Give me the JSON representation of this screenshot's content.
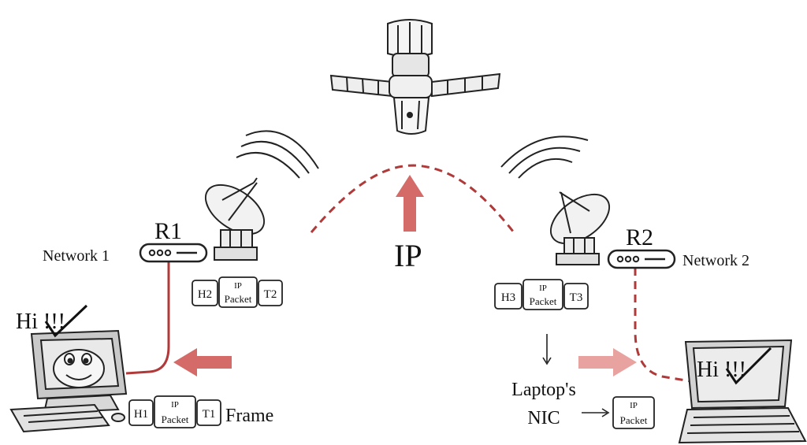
{
  "routers": {
    "r1": {
      "label": "R1",
      "network": "Network 1"
    },
    "r2": {
      "label": "R2",
      "network": "Network 2"
    }
  },
  "center": {
    "protocol": "IP"
  },
  "packets": {
    "p1": {
      "header": "H2",
      "payload_line1": "IP",
      "payload_line2": "Packet",
      "trailer": "T2"
    },
    "p2": {
      "header": "H3",
      "payload_line1": "IP",
      "payload_line2": "Packet",
      "trailer": "T3"
    },
    "frame": {
      "header": "H1",
      "payload_line1": "IP",
      "payload_line2": "Packet",
      "trailer": "T1",
      "caption": "Frame"
    },
    "nic": {
      "payload_line1": "IP",
      "payload_line2": "Packet"
    }
  },
  "greetings": {
    "desktop": "Hi !!!",
    "laptop": "Hi !!!"
  },
  "laptop_nic": {
    "line1": "Laptop's",
    "line2": "NIC"
  },
  "colors": {
    "link": "#b03a3a",
    "arrow": "#d46b68",
    "ink": "#111111"
  }
}
